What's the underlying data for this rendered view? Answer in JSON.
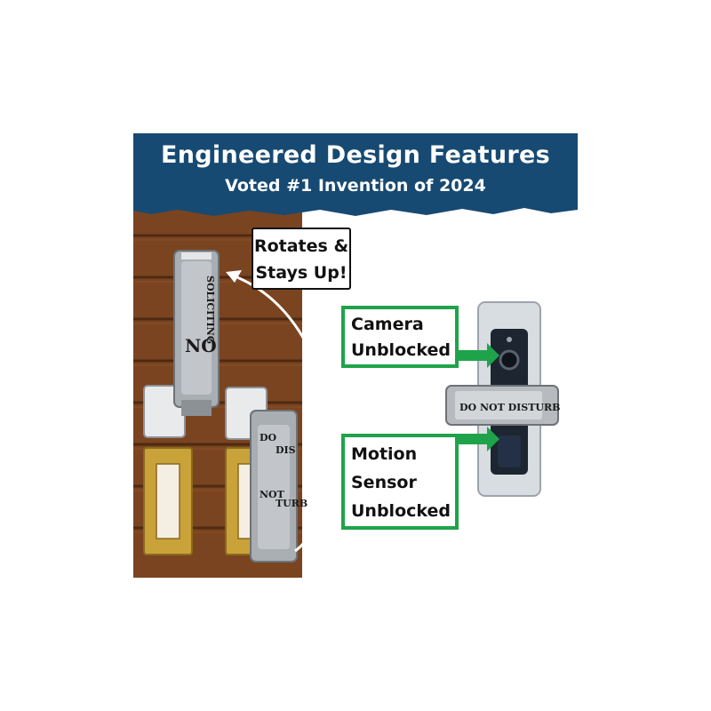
{
  "banner": {
    "title": "Engineered Design Features",
    "subtitle": "Voted #1 Invention of 2024",
    "color": "#174a72"
  },
  "callouts": {
    "rotate": [
      "Rotates &",
      "Stays Up!"
    ],
    "camera": [
      "Camera",
      "Unblocked"
    ],
    "motion": [
      "Motion",
      "Sensor",
      "Unblocked"
    ],
    "accent_color": "#1fa34a"
  },
  "signs": {
    "no_soliciting": {
      "big": "NO",
      "small": "SOLICITING"
    },
    "do_not_disturb_left": {
      "col1": "DO",
      "col2": "NOT",
      "col3a": "DIS",
      "col3b": "TURB"
    },
    "do_not_disturb_right": "DO NOT DISTURB"
  },
  "colors": {
    "wood": "#7a4420",
    "doorbell_gold": "#c9a23a",
    "camera_silver": "#d8dde2"
  }
}
